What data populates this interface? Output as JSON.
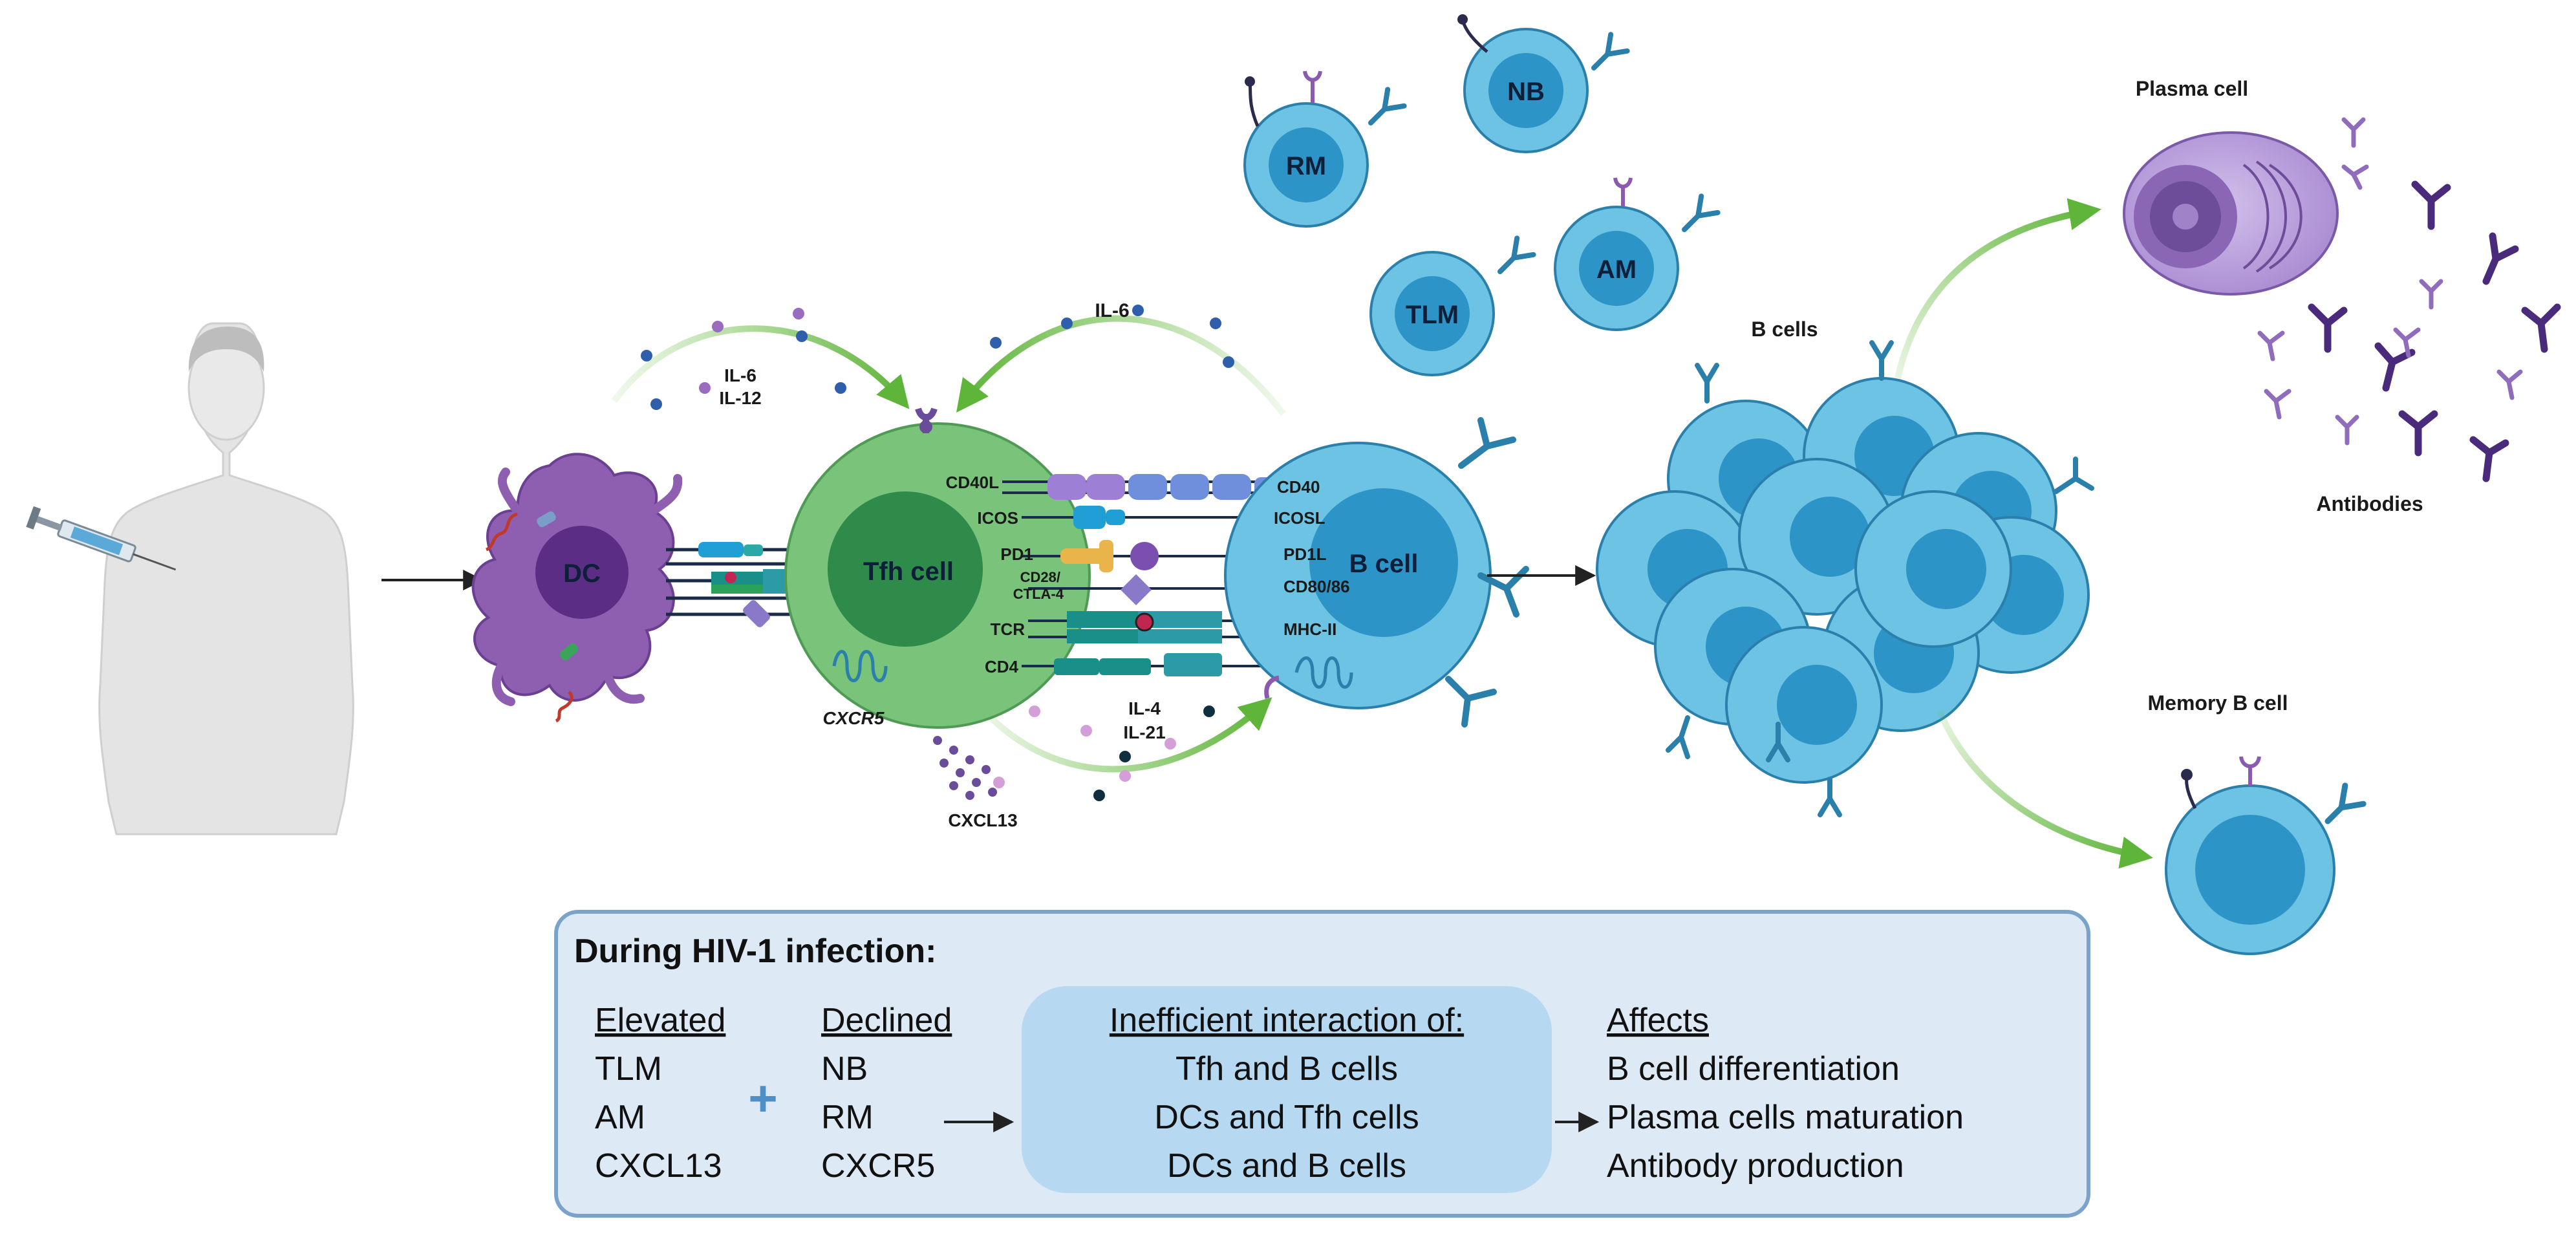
{
  "colors": {
    "cell_outer": "#6cc3e4",
    "cell_inner": "#2d94c8",
    "cell_stroke": "#2a7fab",
    "tfh_outer": "#79c37a",
    "tfh_inner": "#2e8b4a",
    "dc_body": "#8e5fb0",
    "dc_nucleus": "#5b2d85",
    "plasma": "#b69ad6",
    "arrow_green": "#6cbd45",
    "cytokine_blue": "#2f5faa",
    "cytokine_purple": "#9a6cbf",
    "antibody_dark": "#4a2a7a",
    "antibody_light": "#8f6cbc",
    "info_fill": "#ddeaf5",
    "info_stroke": "#7ba3c9",
    "highlight_fill": "#b6d8f0"
  },
  "cells": {
    "rm": "RM",
    "nb": "NB",
    "am": "AM",
    "tlm": "TLM",
    "dc": "DC",
    "tfh": "Tfh cell",
    "bcell": "B cell"
  },
  "labels": {
    "b_cells_cluster": "B cells",
    "plasma_cell": "Plasma cell",
    "antibodies": "Antibodies",
    "memory_b_cell": "Memory B cell",
    "il6_top": "IL-6",
    "il6_left": "IL-6",
    "il12": "IL-12",
    "il4": "IL-4",
    "il21": "IL-21",
    "cxcr5": "CXCR5",
    "cxcl13": "CXCL13"
  },
  "receptors_left": [
    "CD40L",
    "ICOS",
    "PD1",
    "CD28/",
    "CTLA-4",
    "TCR",
    "CD4"
  ],
  "receptors_right": [
    "CD40",
    "ICOSL",
    "PD1L",
    "CD80/86",
    "MHC-II"
  ],
  "infobox": {
    "title": "During HIV-1 infection:",
    "elevated": {
      "heading": "Elevated",
      "items": [
        "TLM",
        "AM",
        "CXCL13"
      ]
    },
    "plus": "+",
    "declined": {
      "heading": "Declined",
      "items": [
        "NB",
        "RM",
        "CXCR5"
      ]
    },
    "inefficient": {
      "heading": "Inefficient interaction of:",
      "items": [
        "Tfh and B cells",
        "DCs and Tfh cells",
        "DCs and B cells"
      ]
    },
    "affects": {
      "heading": "Affects",
      "items": [
        "B cell differentiation",
        "Plasma cells maturation",
        "Antibody production"
      ]
    }
  }
}
